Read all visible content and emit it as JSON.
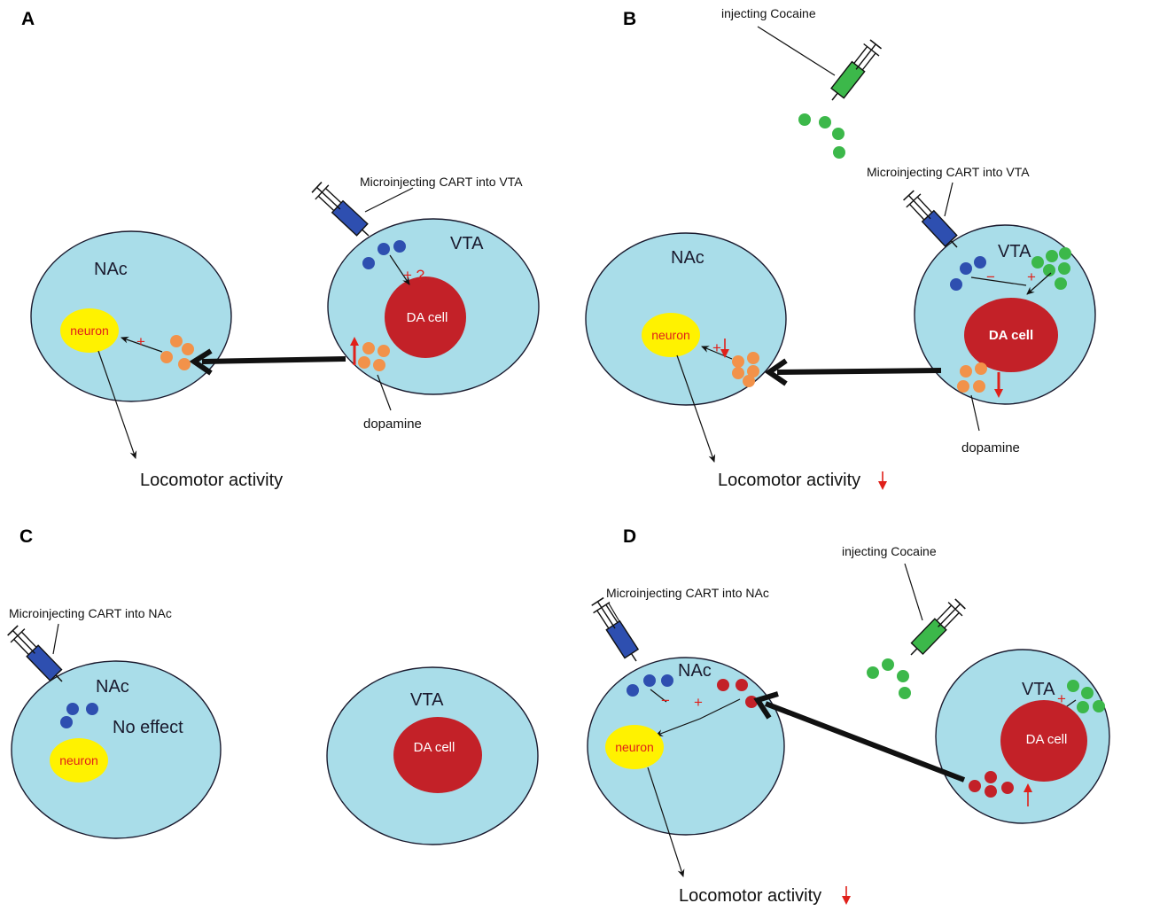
{
  "colors": {
    "region_fill": "#a9dde9",
    "da_cell": "#c32128",
    "neuron": "#fff200",
    "cart": "#2e4fb0",
    "cocaine": "#3cb84a",
    "dopamine": "#f2924a",
    "red_dot": "#c32128",
    "sign": "#e0201a"
  },
  "panel_a": {
    "letter": "A",
    "nac": "NAc",
    "vta": "VTA",
    "neuron": "neuron",
    "da_cell": "DA cell",
    "syringe_label": "Microinjecting CART into VTA",
    "sign_nac": "+",
    "sign_vta": "+ ?",
    "dopamine": "dopamine",
    "output": "Locomotor activity"
  },
  "panel_b": {
    "letter": "B",
    "cocaine_label": "injecting Cocaine",
    "syringe_label": "Microinjecting CART into VTA",
    "nac": "NAc",
    "vta": "VTA",
    "neuron": "neuron",
    "da_cell": "DA cell",
    "sign_minus": "−",
    "sign_plus": "+",
    "sign_nac": "+",
    "dopamine": "dopamine",
    "output": "Locomotor activity"
  },
  "panel_c": {
    "letter": "C",
    "syringe_label": "Microinjecting CART into NAc",
    "nac": "NAc",
    "no_effect": "No effect",
    "neuron": "neuron",
    "vta": "VTA",
    "da_cell": "DA cell"
  },
  "panel_d": {
    "letter": "D",
    "cocaine_label": "injecting Cocaine",
    "syringe_label": "Microinjecting CART into NAc",
    "nac": "NAc",
    "vta": "VTA",
    "neuron": "neuron",
    "da_cell": "DA cell",
    "sign_minus": "−",
    "sign_plus": "+",
    "sign_vta": "+",
    "output": "Locomotor activity"
  }
}
